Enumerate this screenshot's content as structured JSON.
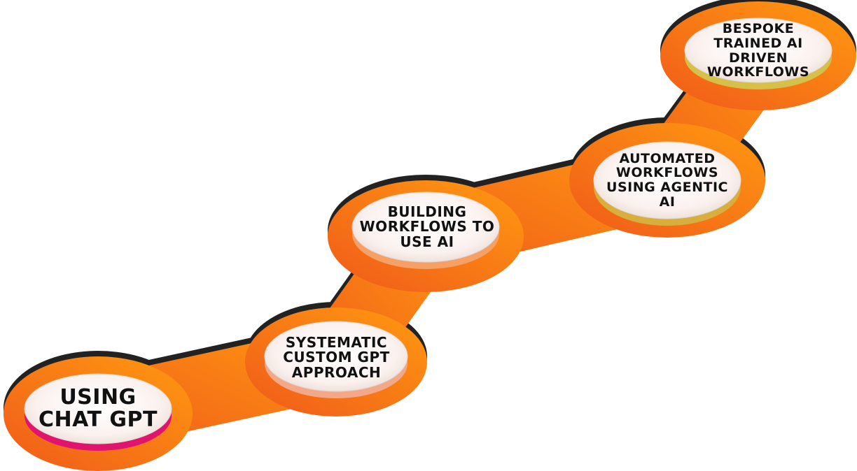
{
  "colors": {
    "path_start": "#f05a1a",
    "path_end": "#ff9a10",
    "path_shadow": "#222222",
    "disc_face": "#fbf2ef"
  },
  "steps": [
    {
      "lines": [
        "USING",
        "CHAT GPT"
      ],
      "rim_color": "#e0146e"
    },
    {
      "lines": [
        "SYSTEMATIC",
        "CUSTOM GPT",
        "APPROACH"
      ],
      "rim_color": "#f3a989"
    },
    {
      "lines": [
        "BUILDING",
        "WORKFLOWS TO",
        "USE AI"
      ],
      "rim_color": "#f5a066"
    },
    {
      "lines": [
        "AUTOMATED",
        "WORKFLOWS",
        "USING AGENTIC",
        "AI"
      ],
      "rim_color": "#d8ae3c"
    },
    {
      "lines": [
        "BESPOKE",
        "TRAINED AI DRIVEN",
        "WORKFLOWS"
      ],
      "rim_color": "#d4c04a"
    }
  ]
}
